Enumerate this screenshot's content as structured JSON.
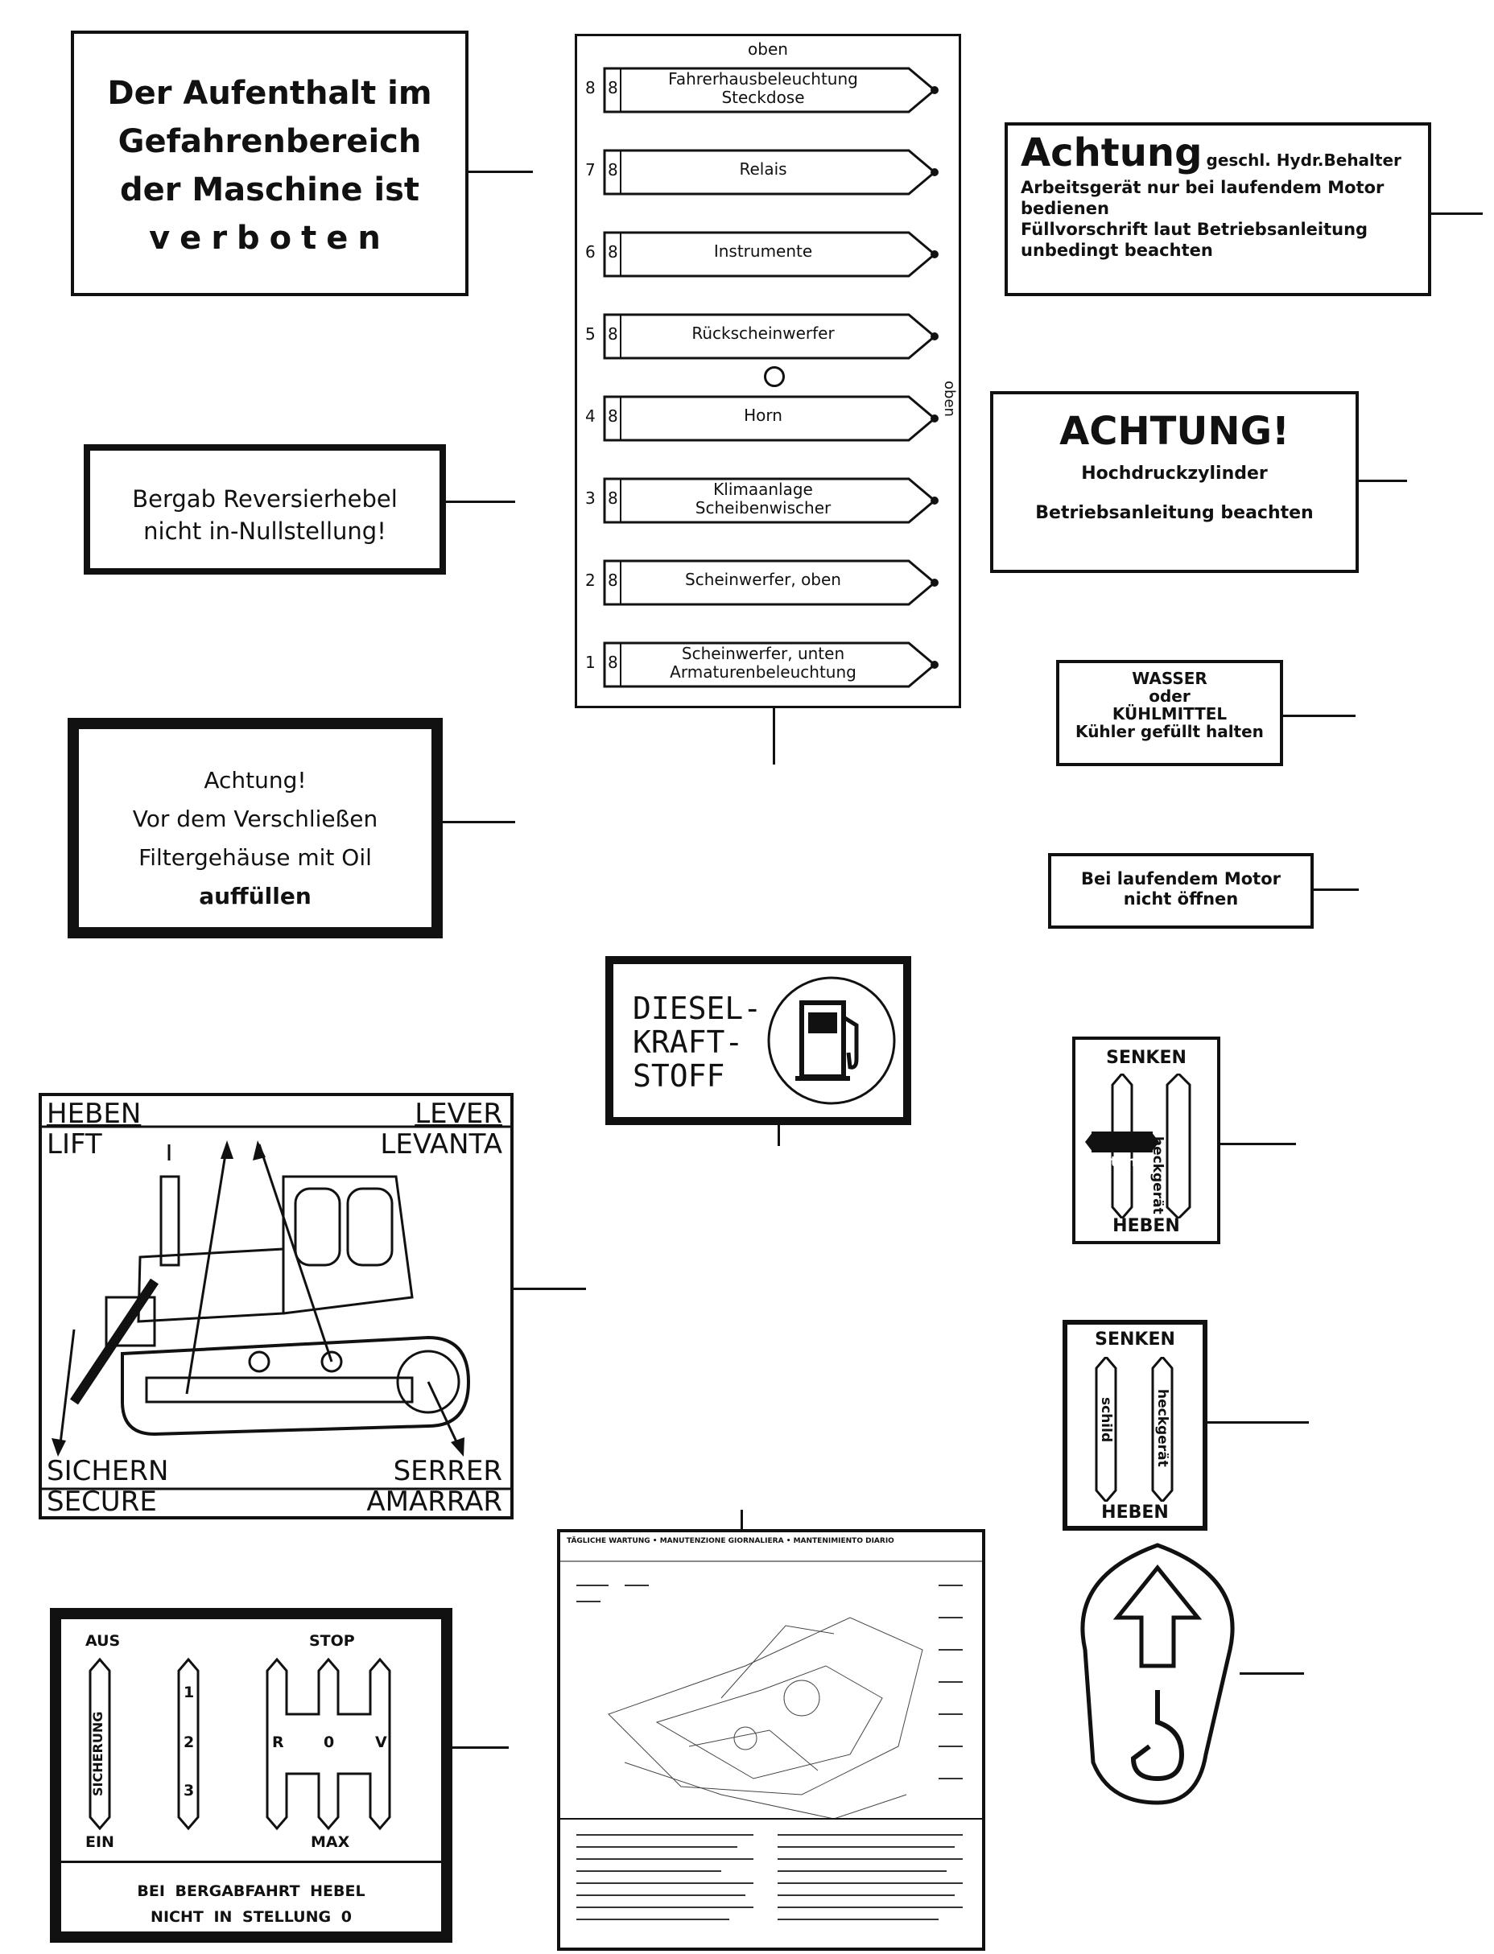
{
  "sign_danger_zone": {
    "line1": "Der Aufenthalt im",
    "line2": "Gefahrenbereich",
    "line3": "der Maschine ist",
    "line4": "verboten"
  },
  "fuse_panel": {
    "top_label": "oben",
    "side_label": "oben",
    "fuses": [
      {
        "number": "8",
        "rating": "8",
        "text1": "Fahrerhausbeleuchtung",
        "text2": "Steckdose"
      },
      {
        "number": "7",
        "rating": "8",
        "text1": "Relais",
        "text2": ""
      },
      {
        "number": "6",
        "rating": "8",
        "text1": "Instrumente",
        "text2": ""
      },
      {
        "number": "5",
        "rating": "8",
        "text1": "Rückscheinwerfer",
        "text2": ""
      },
      {
        "number": "4",
        "rating": "8",
        "text1": "Horn",
        "text2": ""
      },
      {
        "number": "3",
        "rating": "8",
        "text1": "Klimaanlage",
        "text2": "Scheibenwischer"
      },
      {
        "number": "2",
        "rating": "8",
        "text1": "Scheinwerfer, oben",
        "text2": ""
      },
      {
        "number": "1",
        "rating": "8",
        "text1": "Scheinwerfer, unten",
        "text2": "Armaturenbeleuchtung"
      }
    ]
  },
  "sign_hydraulic_tank": {
    "title": "Achtung",
    "subtitle": "geschl. Hydr.Behalter",
    "line1": "Arbeitsgerät nur bei laufendem Motor",
    "line2": "bedienen",
    "line3": "Füllvorschrift laut Betriebsanleitung",
    "line4": "unbedingt beachten"
  },
  "sign_reverse_lever": {
    "line1": "Bergab Reversierhebel",
    "line2": "nicht in-Nullstellung!"
  },
  "sign_high_pressure": {
    "title": "ACHTUNG!",
    "line1": "Hochdruckzylinder",
    "line2": "Betriebsanleitung beachten"
  },
  "sign_coolant": {
    "line1": "WASSER",
    "line2": "oder",
    "line3": "KÜHLMITTEL",
    "line4": "Kühler gefüllt halten"
  },
  "sign_filter": {
    "line1": "Achtung!",
    "line2": "Vor dem Verschließen",
    "line3": "Filtergehäuse mit Oil",
    "line4": "auffüllen"
  },
  "sign_running_engine": {
    "line1": "Bei laufendem Motor",
    "line2": "nicht öffnen"
  },
  "sign_diesel": {
    "line1": "DIESEL-",
    "line2": "KRAFT-",
    "line3": "STOFF"
  },
  "sign_lift_points": {
    "top_left1": "HEBEN",
    "top_left2": "LIFT",
    "top_right1": "LEVER",
    "top_right2": "LEVANTA",
    "bottom_left1": "SICHERN",
    "bottom_left2": "SECURE",
    "bottom_right1": "SERRER",
    "bottom_right2": "AMARRAR"
  },
  "sign_lever_tilt": {
    "top": "SENKEN",
    "bottom": "HEBEN",
    "left_label": "tilten",
    "right_label": "heckgerät"
  },
  "sign_lever_blade": {
    "top": "SENKEN",
    "bottom": "HEBEN",
    "left_label": "schild",
    "right_label": "heckgerät"
  },
  "sign_gear": {
    "aus": "AUS",
    "ein": "EIN",
    "sicherung": "SICHERUNG",
    "g1": "1",
    "g2": "2",
    "g3": "3",
    "stop": "STOP",
    "max": "MAX",
    "r": "R",
    "zero": "0",
    "v": "V",
    "footer1": "BEI BERGABFAHRT HEBEL",
    "footer2": "NICHT IN STELLUNG 0"
  },
  "sign_maintenance": {
    "title": "TÄGLICHE WARTUNG • MANUTENZIONE GIORNALIERA • MANTENIMIENTO DIARIO"
  },
  "colors": {
    "ink": "#111111",
    "paper": "#ffffff"
  }
}
